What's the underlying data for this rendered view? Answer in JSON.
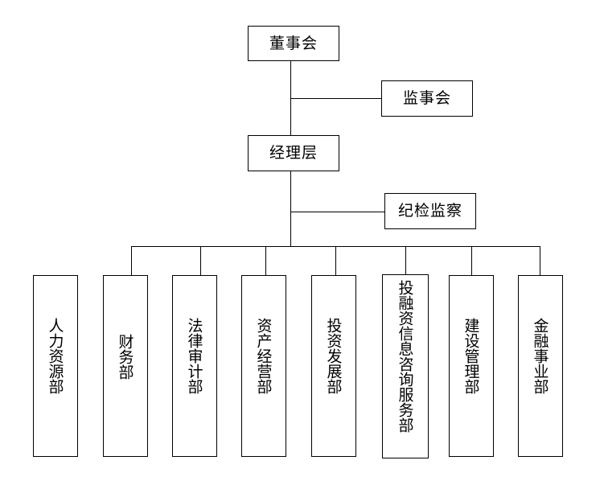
{
  "chart": {
    "title": "",
    "type": "organizational-chart",
    "orientation": "top-down",
    "background_color": "#ffffff",
    "line_color": "#000000",
    "text_color": "#000000"
  },
  "nodes": {
    "board": {
      "label": "董事会",
      "level": 1,
      "orientation": "horizontal"
    },
    "supervisors": {
      "label": "监事会",
      "level": 1,
      "orientation": "horizontal"
    },
    "management": {
      "label": "经理层",
      "level": 2,
      "orientation": "horizontal"
    },
    "discipline": {
      "label": "纪检监察",
      "level": 2,
      "orientation": "horizontal"
    }
  },
  "departments": [
    {
      "label": "人力资源部",
      "chars": 5
    },
    {
      "label": "财务部",
      "chars": 3
    },
    {
      "label": "法律审计部",
      "chars": 5
    },
    {
      "label": "资产经营部",
      "chars": 5
    },
    {
      "label": "投资发展部",
      "chars": 5
    },
    {
      "label": "投融资信息咨询服务部",
      "chars": 10
    },
    {
      "label": "建设管理部",
      "chars": 5
    },
    {
      "label": "金融事业部",
      "chars": 5
    }
  ]
}
